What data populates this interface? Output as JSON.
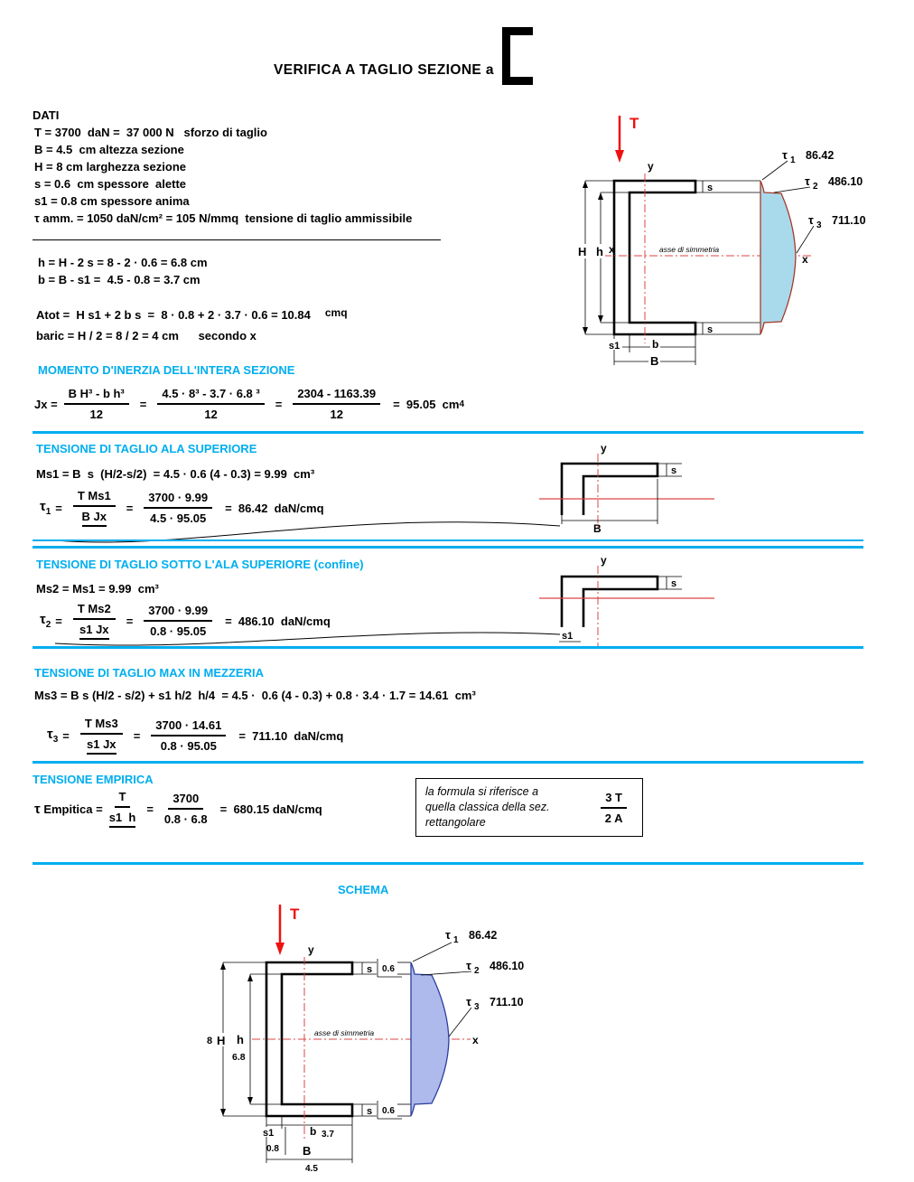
{
  "colors": {
    "accent": "#00AEEF",
    "force_red": "#EE1111",
    "axis_red": "#DD4444",
    "stress_fill_top": "#A8DAEC",
    "stress_stroke_top": "#A63A2A",
    "stress_fill_bottom": "#AEB9EC",
    "stress_stroke_bottom": "#2B3F9E"
  },
  "title": "VERIFICA A TAGLIO SEZIONE a",
  "dati": {
    "heading": "DATI",
    "line1": "T = 3700  daN =  37 000 N   sforzo di taglio",
    "line2": "B = 4.5  cm altezza sezione",
    "line3": "H = 8 cm larghezza sezione",
    "line4": "s = 0.6  cm spessore  alette",
    "line5": "s1 = 0.8 cm spessore anima",
    "line6": "τ amm. = 1050 daN/cm² = 105 N/mmq  tensione di taglio ammissibile"
  },
  "derived": {
    "h_line": "h = H - 2 s = 8 - 2 · 0.6 = 6.8 cm",
    "b_line": "b = B - s1 =  4.5 - 0.8 = 3.7 cm",
    "atot_line": "Atot =  H s1 + 2 b s  =  8 · 0.8 + 2 · 3.7 · 0.6 = 10.84",
    "atot_unit": "cmq",
    "baric_line": "baric = H / 2 = 8 / 2 = 4 cm      secondo x"
  },
  "inertia": {
    "heading": "MOMENTO D'INERZIA DELL'INTERA SEZIONE",
    "lhs": "Jx =",
    "f1num": "B H³ - b h³",
    "f1den": "12",
    "eq1": "=",
    "f2num": "4.5 · 8³ - 3.7 · 6.8 ³",
    "f2den": "12",
    "eq2": "=",
    "f3num": "2304 - 1163.39",
    "f3den": "12",
    "result": "=  95.05  cm",
    "result_sup": "4"
  },
  "tau1": {
    "heading": "TENSIONE DI TAGLIO ALA SUPERIORE",
    "ms_line": "Ms1 = B  s  (H/2-s/2)  = 4.5 · 0.6 (4 - 0.3) = 9.99  cm³",
    "sym": "τ",
    "sub": "1",
    "eq0": "=",
    "f1num": "T Ms1",
    "f1den": "B Jx",
    "eq1": "=",
    "f2num": "3700 · 9.99",
    "f2den": "4.5 · 95.05",
    "result": "=  86.42  daN/cmq"
  },
  "tau2": {
    "heading": "TENSIONE DI TAGLIO SOTTO L'ALA SUPERIORE (confine)",
    "ms_line": "Ms2 = Ms1 = 9.99  cm³",
    "sym": "τ",
    "sub": "2",
    "eq0": "=",
    "f1num": "T Ms2",
    "f1den": "s1 Jx",
    "eq1": "=",
    "f2num": "3700 · 9.99",
    "f2den": "0.8 · 95.05",
    "result": "=  486.10  daN/cmq"
  },
  "tau3": {
    "heading": "TENSIONE DI TAGLIO MAX IN MEZZERIA",
    "ms_line": "Ms3 = B s (H/2 - s/2) + s1 h/2  h/4  = 4.5 ·  0.6 (4 - 0.3) + 0.8 · 3.4 · 1.7 = 14.61  cm³",
    "sym": "τ",
    "sub": "3",
    "eq0": "=",
    "f1num": "T Ms3",
    "f1den": "s1 Jx",
    "eq1": "=",
    "f2num": "3700 · 14.61",
    "f2den": "0.8 · 95.05",
    "result": "=  711.10  daN/cmq"
  },
  "empirica": {
    "heading": "TENSIONE EMPIRICA",
    "lhs_sym": "τ",
    "lhs": " Empitica =",
    "f1num": "T",
    "f1den": "s1  h",
    "eq1": "=",
    "f2num": "3700",
    "f2den": "0.8 · 6.8",
    "result": "=  680.15 daN/cmq",
    "note_line1": "la formula si riferisce a",
    "note_line2": "quella classica della sez.",
    "note_line3": "rettangolare",
    "note_frac_num": "3 T",
    "note_frac_den": "2 A"
  },
  "schema_heading": "SCHEMA",
  "diag": {
    "T": "T",
    "x": "x",
    "y": "y",
    "asse": "asse di simmetria",
    "H": "H",
    "h": "h",
    "s": "s",
    "s1": "s1",
    "b": "b",
    "B": "B",
    "tau1_sym": "τ",
    "tau1_sub": "1",
    "tau1_val": "86.42",
    "tau2_sym": "τ",
    "tau2_sub": "2",
    "tau2_val": "486.10",
    "tau3_sym": "τ",
    "tau3_sub": "3",
    "tau3_val": "711.10",
    "H_val": "8",
    "h_val": "6.8",
    "s_val": "0.6",
    "s1_val": "0.8",
    "b_val": "3.7",
    "B_val": "4.5"
  }
}
